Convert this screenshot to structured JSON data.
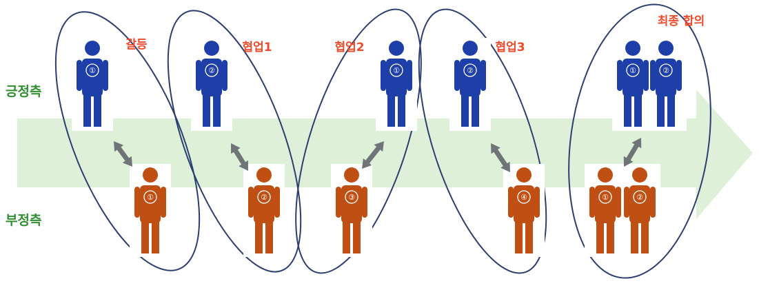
{
  "axes": {
    "positive": "긍정측",
    "negative": "부정측"
  },
  "stages": [
    {
      "label": "갈등",
      "top_persons": [
        "①"
      ],
      "bottom_persons": [
        "①"
      ]
    },
    {
      "label": "협업1",
      "top_persons": [
        "②"
      ],
      "bottom_persons": [
        "②"
      ]
    },
    {
      "label": "협업2",
      "top_persons": [
        "①"
      ],
      "bottom_persons": [
        "③"
      ]
    },
    {
      "label": "협업3",
      "top_persons": [
        "②"
      ],
      "bottom_persons": [
        "④"
      ]
    },
    {
      "label": "최종 합의",
      "top_persons": [
        "①",
        "②"
      ],
      "bottom_persons": [
        "①",
        "②"
      ]
    }
  ],
  "colors": {
    "positive_person": "#1f3fa8",
    "negative_person": "#bf4f12",
    "stage_label": "#ee4b2b",
    "axis_label": "#2f8f2f",
    "band": "#def0d8",
    "ellipse": "#2c3e70",
    "arrow": "#6f7479"
  },
  "icons": {
    "person": "person-icon",
    "double_arrow": "double-arrow-icon"
  }
}
